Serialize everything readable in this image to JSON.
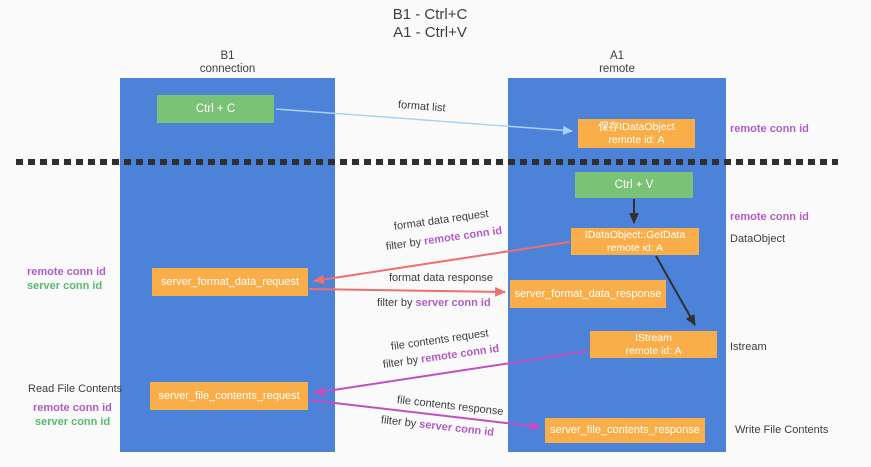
{
  "title": {
    "line1": "B1 - Ctrl+C",
    "line2": "A1 - Ctrl+V"
  },
  "columns": {
    "left": {
      "name": "B1",
      "role": "connection"
    },
    "right": {
      "name": "A1",
      "role": "remote"
    }
  },
  "boxes": {
    "ctrl_c": "Ctrl + C",
    "ctrl_v": "Ctrl + V",
    "save_dataobject": {
      "line1": "保存IDataObject",
      "line2": "remote id: A"
    },
    "getdata": {
      "line1": "IDataObject::GetData",
      "line2": "remote id: A"
    },
    "istream": {
      "line1": "IStream",
      "line2": "remote id: A"
    },
    "format_request": "server_format_data_request",
    "format_response": "server_format_data_response",
    "file_request": "server_file_contents_request",
    "file_response": "server_file_contents_response"
  },
  "arrow_labels": {
    "format_list": "format list",
    "format_data_request": "format data request",
    "format_data_response": "format data response",
    "file_contents_request": "file contents request",
    "file_contents_response": "file contents response",
    "filter_by": "filter by",
    "remote_conn_id": "remote conn id",
    "server_conn_id": "server conn id"
  },
  "side_labels": {
    "right_remote_conn_1": "remote conn id",
    "right_remote_conn_2": "remote conn id",
    "dataobject": "DataObject",
    "istream": "Istream",
    "write_file": "Write File Contents",
    "left_remote_conn_1": "remote conn id",
    "left_server_conn_1": "server conn id",
    "read_file": "Read File Contents",
    "left_remote_conn_2": "remote conn id",
    "left_server_conn_2": "server conn id"
  },
  "colors": {
    "column_blue": "#4c83d9",
    "box_green": "#7ac275",
    "box_orange": "#f9ae49",
    "arrow_red": "#ed6f6f",
    "arrow_magenta": "#c24fc2",
    "arrow_lightblue": "#a9d3f0",
    "arrow_black": "#303030",
    "label_magenta": "#b05cc6",
    "label_green": "#57b96b",
    "text_dark": "#3c3c3c",
    "divider": "#2f2f2f"
  }
}
